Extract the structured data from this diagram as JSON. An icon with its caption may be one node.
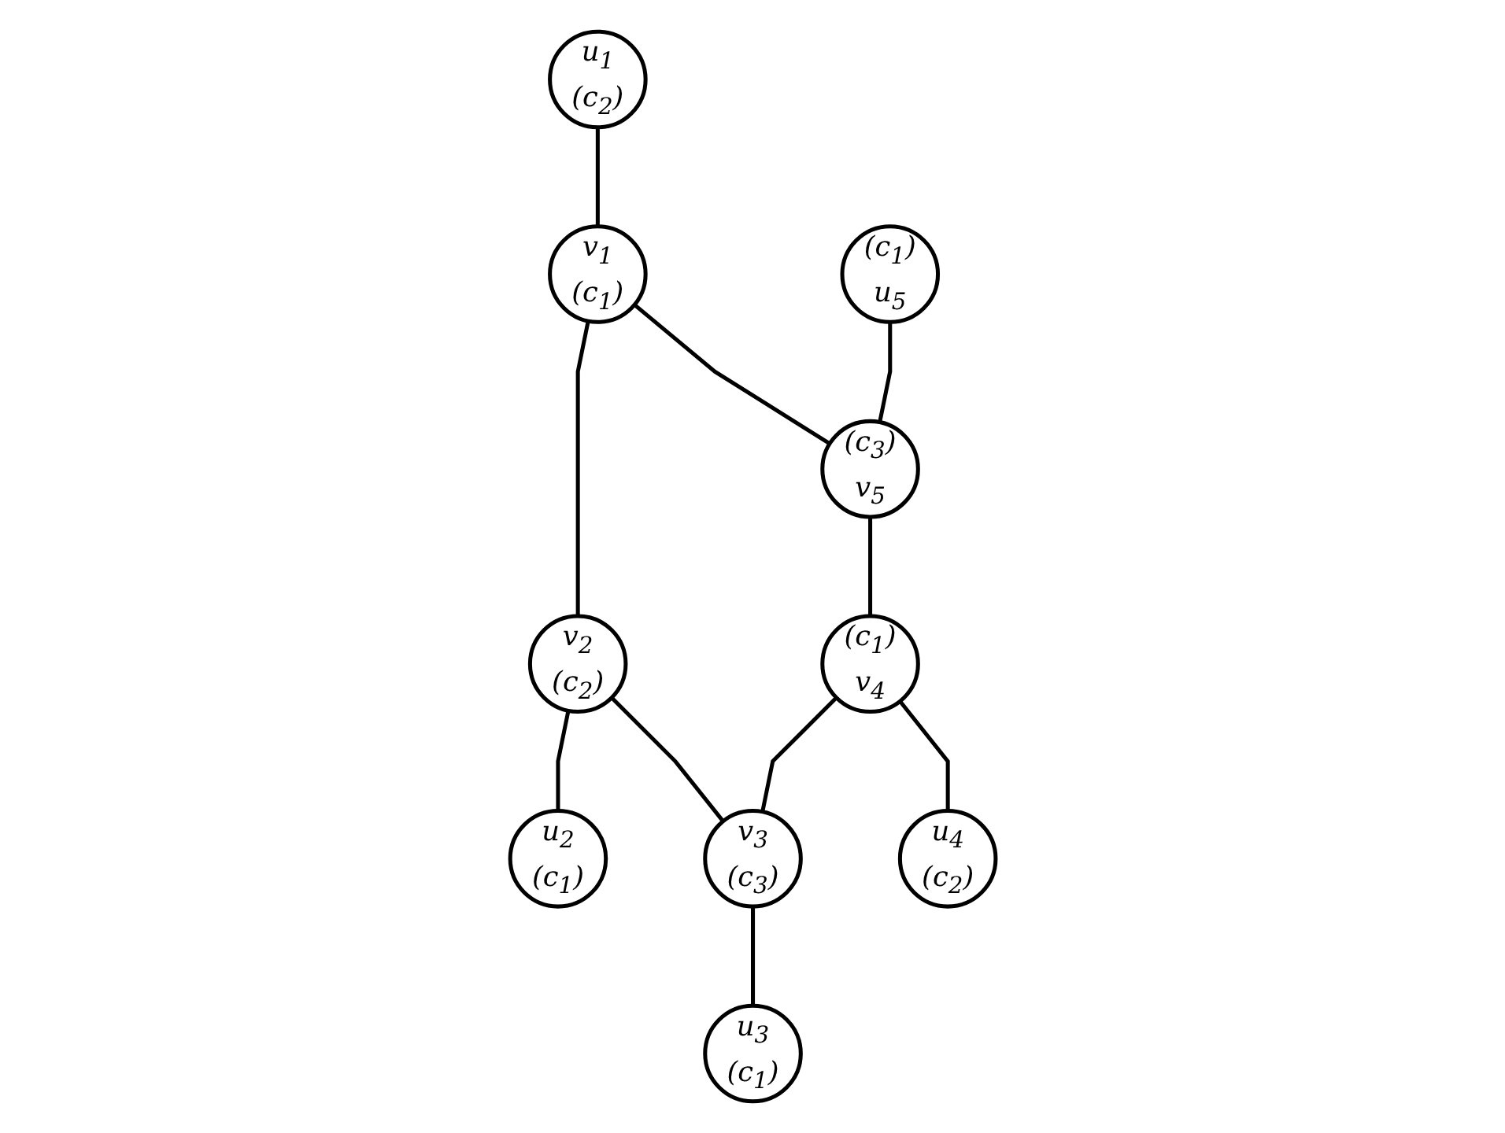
{
  "diagram": {
    "nodes": [
      {
        "text": [
          "u$_{1}$",
          "(c$_{2}$)"
        ]
      },
      {
        "text": [
          "v$_{1}$",
          "(c$_{1}$)"
        ]
      },
      {
        "text": [
          "v$_{2}$",
          "(c$_{2}$)"
        ]
      },
      {
        "text": [
          "u$_{2}$",
          "(c$_{1}$)"
        ]
      },
      {
        "text": [
          "(c$_{1}$)",
          "u$_{5}$"
        ]
      },
      {
        "text": [
          "(c$_{3}$)",
          "v$_{5}$"
        ]
      },
      {
        "text": [
          "(c$_{1}$)",
          "v$_{4}$"
        ]
      },
      {
        "text": [
          "v$_{3}$",
          "(c$_{3}$)"
        ]
      },
      {
        "text": [
          "u$_{4}$",
          "(c$_{2}$)"
        ]
      },
      {
        "text": [
          "u$_{3}$",
          "(c$_{1}$)"
        ]
      }
    ],
    "edges": [
      {
        "from": 0,
        "to": 1,
        "arrow": "none"
      },
      {
        "from": 1,
        "to": 2,
        "arrow": "none"
      },
      {
        "from": 2,
        "to": 3,
        "arrow": "none"
      },
      {
        "from": 1,
        "to": 5,
        "arrow": "none"
      },
      {
        "from": 4,
        "to": 5,
        "arrow": "none"
      },
      {
        "from": 5,
        "to": 6,
        "arrow": "none"
      },
      {
        "from": 2,
        "to": 7,
        "arrow": "none"
      },
      {
        "from": 6,
        "to": 7,
        "arrow": "none"
      },
      {
        "from": 6,
        "to": 8,
        "arrow": "none"
      },
      {
        "from": 7,
        "to": 9,
        "arrow": "none"
      }
    ]
  }
}
